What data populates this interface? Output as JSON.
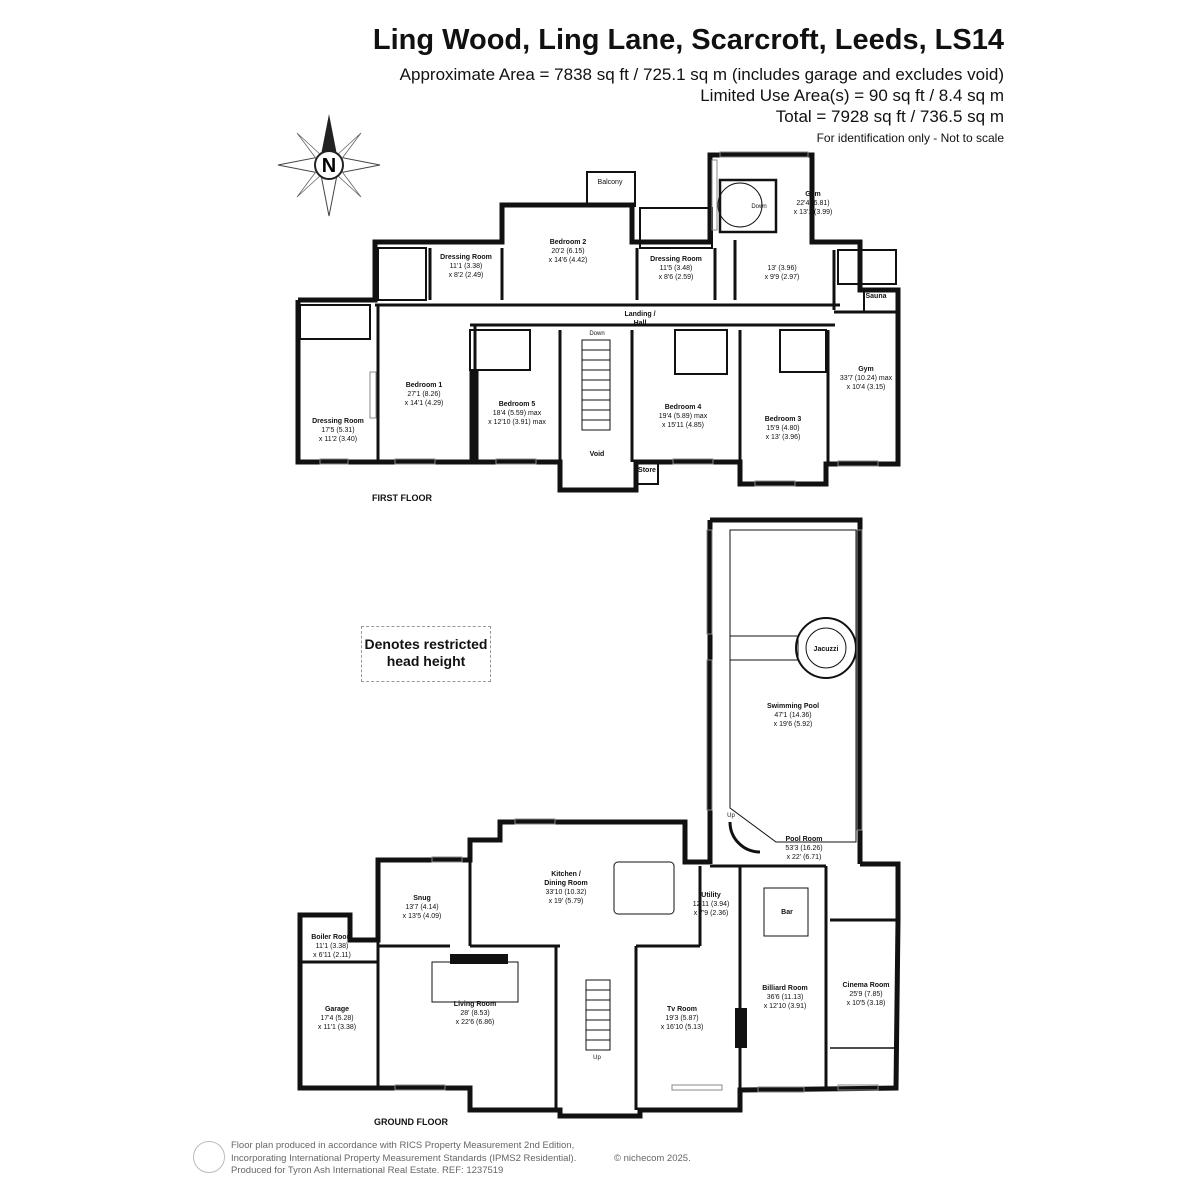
{
  "header": {
    "title": "Ling Wood, Ling Lane, Scarcroft, Leeds, LS14",
    "area_lines": [
      "Approximate Area = 7838 sq ft / 725.1 sq m (includes garage and excludes void)",
      "Limited Use Area(s) = 90 sq ft / 8.4 sq m",
      "Total = 7928 sq ft / 736.5 sq m"
    ],
    "note": "For identification only - Not to scale"
  },
  "compass": {
    "letter": "N"
  },
  "first_floor": {
    "label": "FIRST FLOOR",
    "balcony": "Balcony",
    "bedroom2": [
      "Bedroom 2",
      "20'2 (6.15)",
      "x 14'6 (4.42)"
    ],
    "dressing_a": [
      "Dressing Room",
      "11'1 (3.38)",
      "x 8'2 (2.49)"
    ],
    "dressing_b": [
      "Dressing Room",
      "11'5 (3.48)",
      "x 8'6 (2.59)"
    ],
    "gym_top": [
      "Gym",
      "22'4 (6.81)",
      "x 13'1 (3.99)"
    ],
    "gym_top_small": [
      "13' (3.96)",
      "x 9'9 (2.97)"
    ],
    "down_stair": "Down",
    "sauna": "Sauna",
    "landing": [
      "Landing /",
      "Hall"
    ],
    "down_main": "Down",
    "dressing_c": [
      "Dressing Room",
      "17'5 (5.31)",
      "x 11'2 (3.40)"
    ],
    "bedroom1": [
      "Bedroom 1",
      "27'1 (8.26)",
      "x 14'1 (4.29)"
    ],
    "bedroom5": [
      "Bedroom 5",
      "18'4 (5.59) max",
      "x 12'10 (3.91) max"
    ],
    "void": "Void",
    "store": "Store",
    "bedroom4": [
      "Bedroom 4",
      "19'4 (5.89) max",
      "x 15'11 (4.85)"
    ],
    "bedroom3": [
      "Bedroom 3",
      "15'9 (4.80)",
      "x 13' (3.96)"
    ],
    "gym_right": [
      "Gym",
      "33'7 (10.24) max",
      "x 10'4 (3.15)"
    ]
  },
  "legend": {
    "line1": "Denotes restricted",
    "line2": "head height"
  },
  "ground_floor": {
    "label": "GROUND FLOOR",
    "jacuzzi": "Jacuzzi",
    "pool": [
      "Swimming Pool",
      "47'1 (14.36)",
      "x 19'6 (5.92)"
    ],
    "pool_room": [
      "Pool Room",
      "53'3 (16.26)",
      "x 22' (6.71)"
    ],
    "up_spiral": "Up",
    "kitchen": [
      "Kitchen /",
      "Dining Room",
      "33'10 (10.32)",
      "x 19' (5.79)"
    ],
    "utility": [
      "Utility",
      "12'11 (3.94)",
      "x 7'9 (2.36)"
    ],
    "bar": "Bar",
    "snug": [
      "Snug",
      "13'7 (4.14)",
      "x 13'5 (4.09)"
    ],
    "boiler": [
      "Boiler Room",
      "11'1 (3.38)",
      "x 6'11 (2.11)"
    ],
    "garage": [
      "Garage",
      "17'4 (5.28)",
      "x 11'1 (3.38)"
    ],
    "living": [
      "Living Room",
      "28' (8.53)",
      "x 22'6 (6.86)"
    ],
    "tv": [
      "Tv Room",
      "19'3 (5.87)",
      "x 16'10 (5.13)"
    ],
    "billiard": [
      "Billiard Room",
      "36'6 (11.13)",
      "x 12'10 (3.91)"
    ],
    "cinema": [
      "Cinema Room",
      "25'9 (7.85)",
      "x 10'5 (3.18)"
    ],
    "up_main": "Up"
  },
  "footer": {
    "lines": [
      "Floor plan produced in accordance with RICS Property Measurement 2nd Edition,",
      "Incorporating International Property Measurement Standards (IPMS2 Residential).",
      "Produced for Tyron Ash International Real Estate.   REF: 1237519"
    ],
    "brand": "© nichecom 2025."
  }
}
